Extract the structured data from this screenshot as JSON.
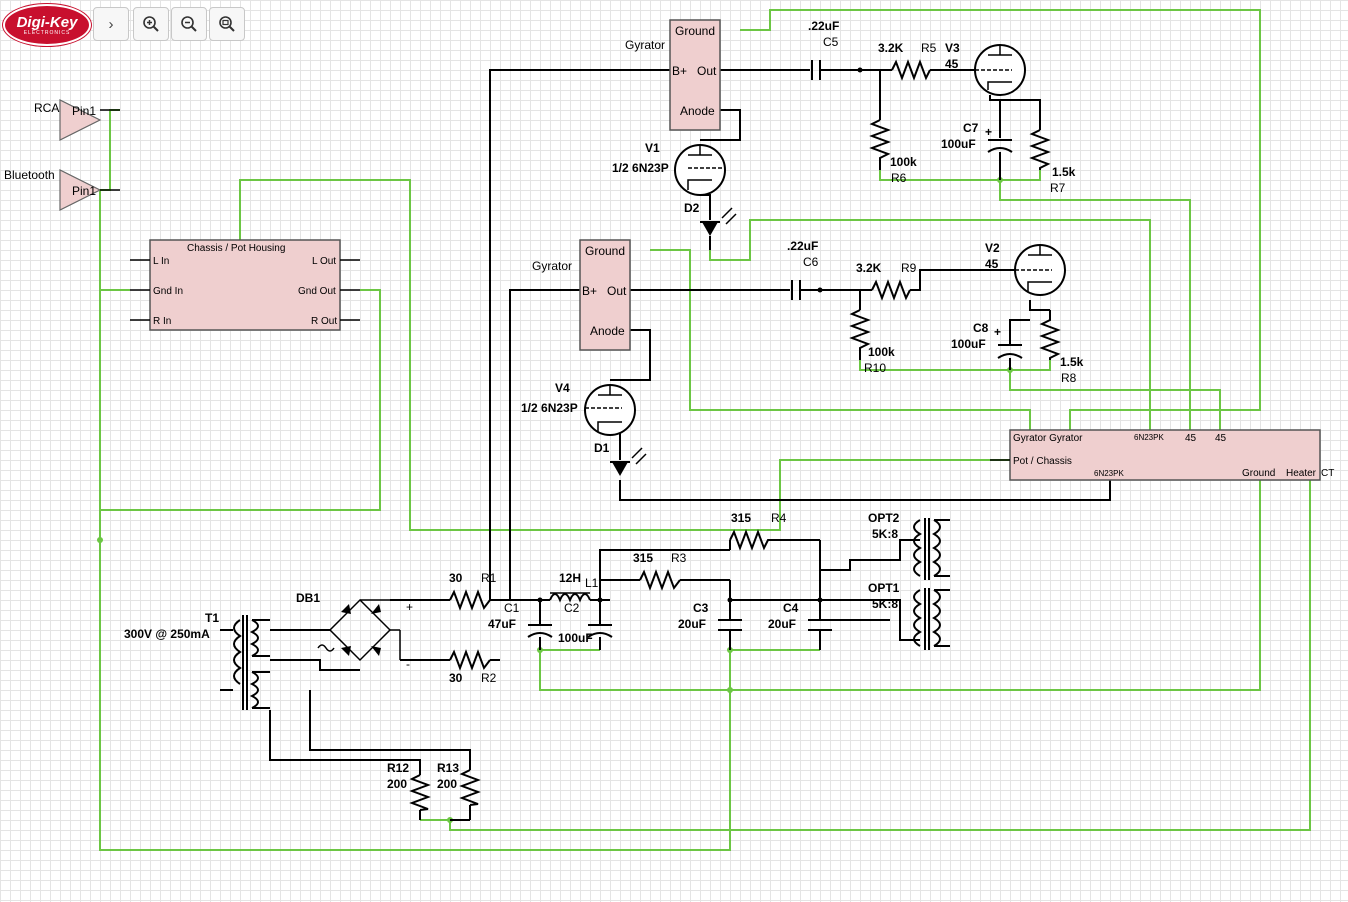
{
  "toolbar": {
    "logo_text": "Digi-Key",
    "logo_sub": "ELECTRONICS",
    "expand_icon": "chevron-right-icon",
    "zoom_in_icon": "zoom-in-icon",
    "zoom_out_icon": "zoom-out-icon",
    "zoom_fit_icon": "zoom-fit-icon"
  },
  "inputs": {
    "rca": {
      "label": "RCA",
      "pin": "Pin1"
    },
    "bluetooth": {
      "label": "Bluetooth",
      "pin": "Pin1"
    }
  },
  "chassis": {
    "title": "Chassis / Pot Housing",
    "l_in": "L In",
    "gnd_in": "Gnd In",
    "r_in": "R In",
    "l_out": "L Out",
    "gnd_out": "Gnd Out",
    "r_out": "R Out"
  },
  "gyrator1": {
    "label": "Gyrator",
    "ground": "Ground",
    "bplus": "B+",
    "out": "Out",
    "anode": "Anode"
  },
  "gyrator2": {
    "label": "Gyrator",
    "ground": "Ground",
    "bplus": "B+",
    "out": "Out",
    "anode": "Anode"
  },
  "components": {
    "c5": {
      "value": ".22uF",
      "ref": "C5"
    },
    "c6": {
      "value": ".22uF",
      "ref": "C6"
    },
    "r5": {
      "value": "3.2K",
      "ref": "R5"
    },
    "r9": {
      "value": "3.2K",
      "ref": "R9"
    },
    "v3": {
      "ref": "V3",
      "value": "45"
    },
    "v2": {
      "ref": "V2",
      "value": "45"
    },
    "c7": {
      "ref": "C7",
      "value": "100uF"
    },
    "c8": {
      "ref": "C8",
      "value": "100uF"
    },
    "r6": {
      "value": "100k",
      "ref": "R6"
    },
    "r10": {
      "value": "100k",
      "ref": "R10"
    },
    "r7": {
      "value": "1.5k",
      "ref": "R7"
    },
    "r8": {
      "value": "1.5k",
      "ref": "R8"
    },
    "v1": {
      "ref": "V1",
      "value": "1/2 6N23P"
    },
    "v4": {
      "ref": "V4",
      "value": "1/2 6N23P"
    },
    "d1": {
      "ref": "D1"
    },
    "d2": {
      "ref": "D2"
    },
    "r1": {
      "value": "30",
      "ref": "R1"
    },
    "r2": {
      "value": "30",
      "ref": "R2"
    },
    "r3": {
      "value": "315",
      "ref": "R3"
    },
    "r4": {
      "value": "315",
      "ref": "R4"
    },
    "l1": {
      "value": "12H",
      "ref": "L1"
    },
    "c1": {
      "ref": "C1",
      "value": "47uF"
    },
    "c2": {
      "ref": "C2",
      "value": "100uF"
    },
    "c3": {
      "ref": "C3",
      "value": "20uF"
    },
    "c4": {
      "ref": "C4",
      "value": "20uF"
    },
    "opt1": {
      "ref": "OPT1",
      "value": "5K:8"
    },
    "opt2": {
      "ref": "OPT2",
      "value": "5K:8"
    },
    "t1": {
      "ref": "T1",
      "value": "300V @ 250mA"
    },
    "db1": {
      "ref": "DB1",
      "plus": "+",
      "minus": "-"
    },
    "r12": {
      "ref": "R12",
      "value": "200"
    },
    "r13": {
      "ref": "R13",
      "value": "200"
    }
  },
  "connector": {
    "gyrator_gyrator": "Gyrator Gyrator",
    "pin_6n23pk_top": "6N23PK",
    "pin_45a": "45",
    "pin_45b": "45",
    "pot_chassis": "Pot / Chassis",
    "pin_6n23pk_bottom": "6N23PK",
    "ground": "Ground",
    "heater": "Heater",
    "ct": "CT"
  },
  "colors": {
    "wire": "#000000",
    "ground_wire": "#6cc644",
    "component_fill": "#efcfcf",
    "brand": "#c8102e"
  }
}
